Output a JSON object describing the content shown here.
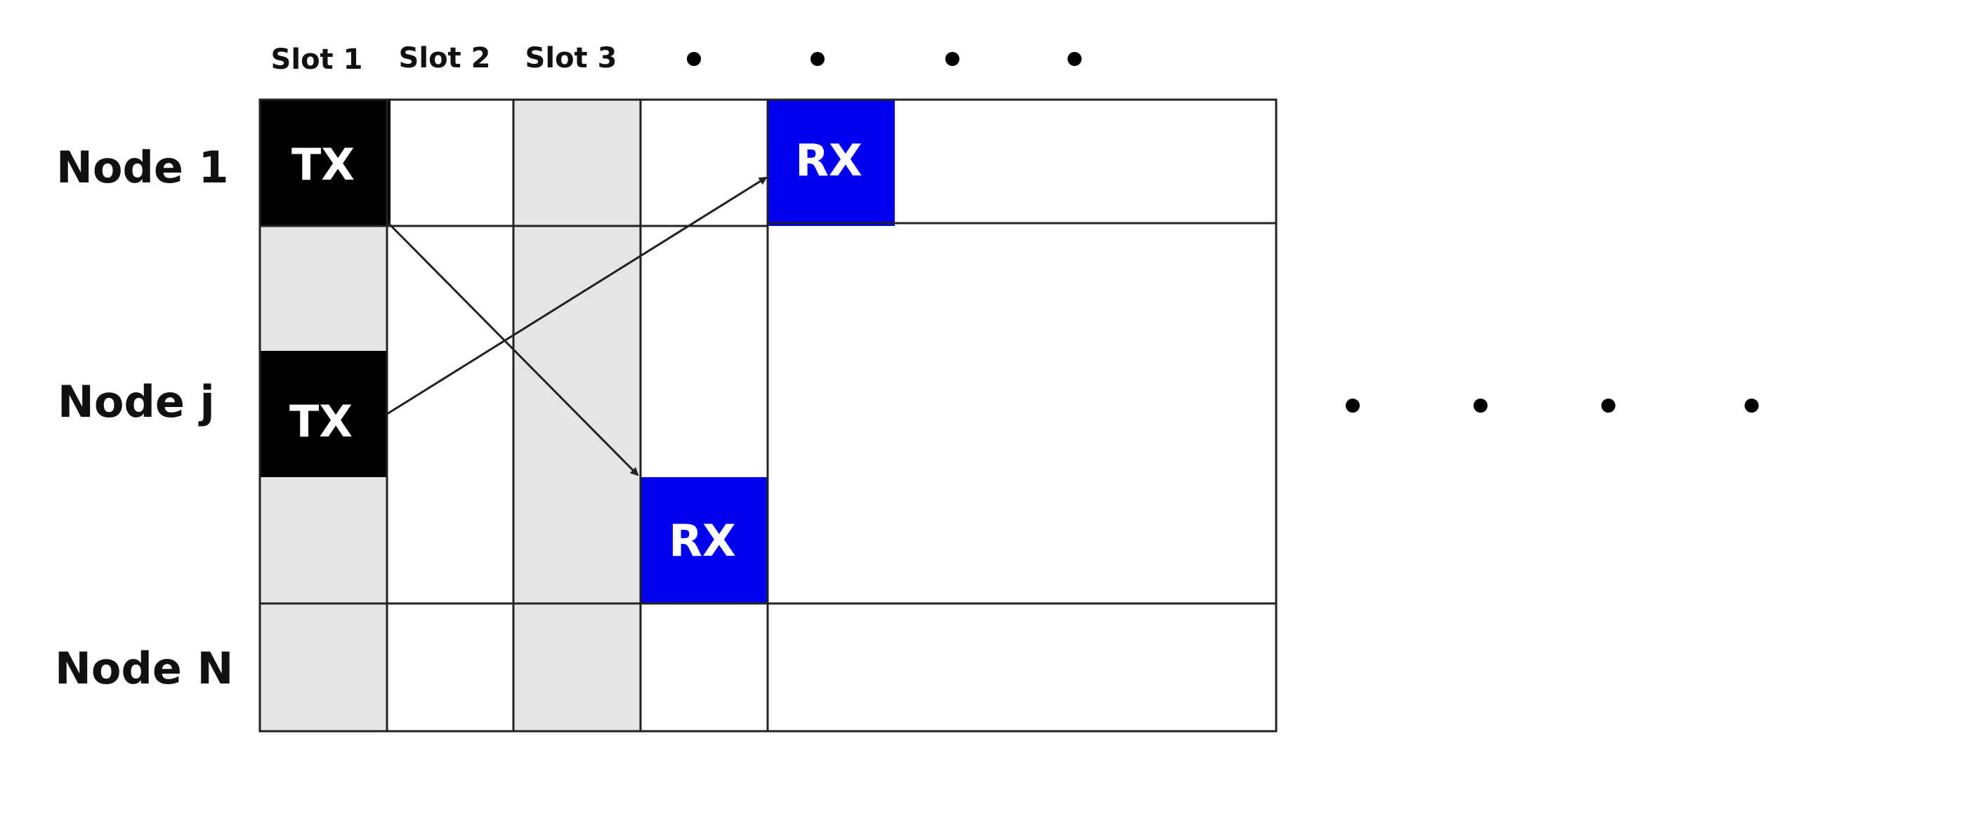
{
  "colors": {
    "shade": "#e5e5e5",
    "tx_block": "#000000",
    "rx_block": "#0000f0",
    "grid": "#222222",
    "text": "#111111"
  },
  "slots": [
    "Slot 1",
    "Slot 2",
    "Slot 3"
  ],
  "nodes": {
    "node1": "Node 1",
    "nodej": "Node j",
    "nodeN": "Node N"
  },
  "blocks": {
    "tx1": "TX",
    "txj": "TX",
    "rx1": "RX",
    "rxj": "RX"
  }
}
